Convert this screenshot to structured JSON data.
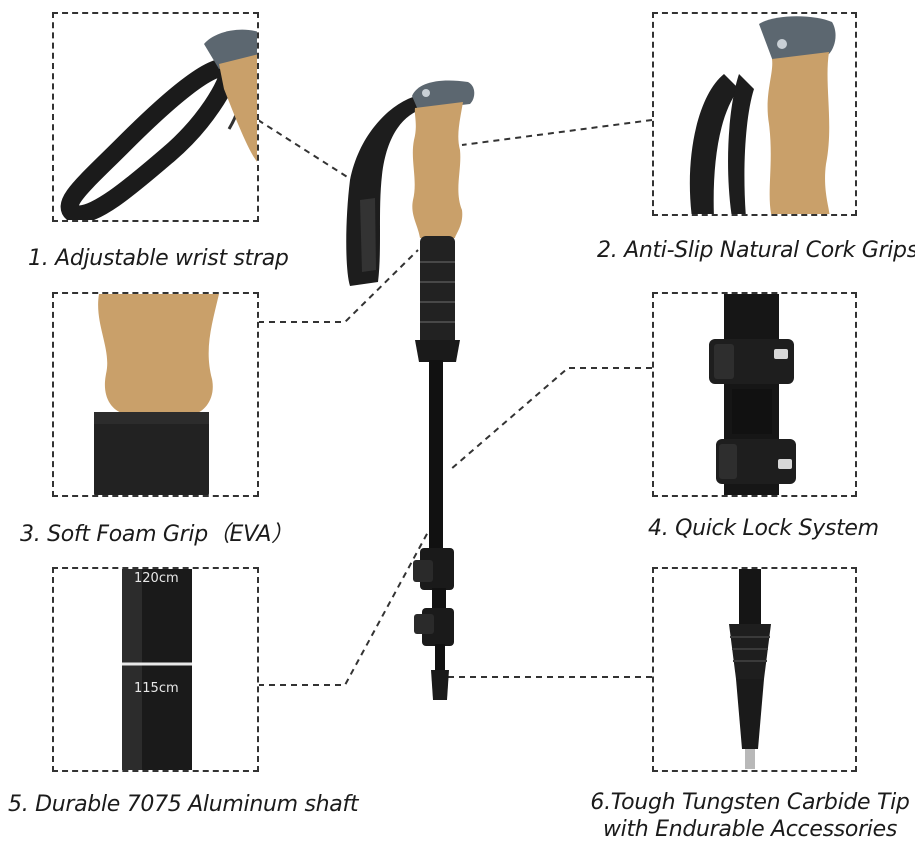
{
  "features": [
    {
      "label": "1. Adjustable wrist strap"
    },
    {
      "label": "2. Anti-Slip Natural Cork Grips"
    },
    {
      "label": "3. Soft Foam Grip（EVA）"
    },
    {
      "label": "4. Quick Lock System"
    },
    {
      "label": "5. Durable 7075 Aluminum shaft"
    },
    {
      "label_line1": "6.Tough Tungsten Carbide Tip",
      "label_line2": "with Endurable Accessories"
    }
  ],
  "shaft_marks": {
    "top": "120cm",
    "bottom": "115cm"
  },
  "colors": {
    "cork": "#c9a06a",
    "black": "#1a1a1a",
    "dashed": "#333333",
    "cap": "#5c6770"
  }
}
